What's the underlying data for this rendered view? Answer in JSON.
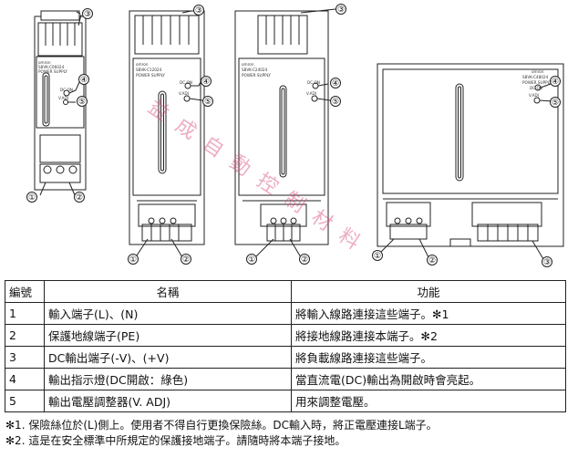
{
  "figure": {
    "callouts": [
      "①",
      "②",
      "③",
      "④",
      "⑤"
    ],
    "watermark": "益成自動控制材料",
    "modules": [
      {
        "brand": "omron",
        "model": "S8VK-C06024",
        "type": "POWER SUPPLY",
        "dc_on": "DC ON",
        "v_adj": "V.ADJ"
      },
      {
        "brand": "omron",
        "model": "S8VK-C12024",
        "type": "POWER SUPPLY",
        "dc_on": "DC ON",
        "v_adj": "V.ADJ"
      },
      {
        "brand": "omron",
        "model": "S8VK-C24024",
        "type": "POWER SUPPLY",
        "dc_on": "DC ON",
        "v_adj": "V.ADJ"
      },
      {
        "brand": "omron",
        "model": "S8VK-C48024",
        "type": "POWER SUPPLY",
        "dc_on": "DC ON",
        "v_adj": "V.ADJ"
      }
    ]
  },
  "table": {
    "headers": {
      "no": "編號",
      "name": "名稱",
      "function": "功能"
    },
    "rows": [
      {
        "no": "1",
        "name": "輸入端子(L)、(N)",
        "function": "將輸入線路連接這些端子。✻1"
      },
      {
        "no": "2",
        "name": "保護地線端子(PE)",
        "function": "將接地線路連接本端子。✻2"
      },
      {
        "no": "3",
        "name": "DC輸出端子(-V)、(+V)",
        "function": "將負載線路連接這些端子。"
      },
      {
        "no": "4",
        "name": "輸出指示燈(DC開啟：綠色)",
        "function": "當直流電(DC)輸出為開啟時會亮起。"
      },
      {
        "no": "5",
        "name": "輸出電壓調整器(V. ADJ)",
        "function": "用來調整電壓。"
      }
    ]
  },
  "notes": [
    "✻1. 保險絲位於(L)側上。使用者不得自行更換保險絲。DC輸入時，將正電壓連接L端子。",
    "✻2. 這是在安全標準中所規定的保護接地端子。請隨時將本端子接地。"
  ]
}
